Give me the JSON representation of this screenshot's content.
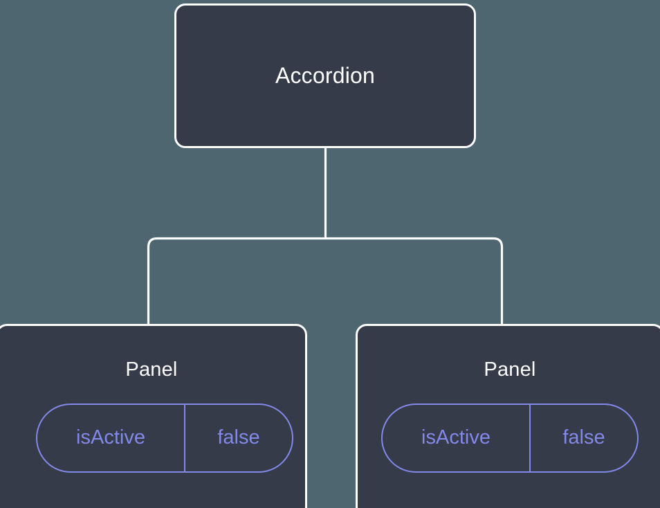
{
  "diagram": {
    "type": "component-tree",
    "background_color": "#4d6670",
    "node_fill_color": "#353b49",
    "node_border_color": "#ffffff",
    "edge_color": "#ffffff",
    "prop_accent_color": "#8289e8",
    "root": {
      "id": "accordion",
      "label": "Accordion"
    },
    "children": [
      {
        "id": "panel-0",
        "label": "Panel",
        "props": [
          {
            "key": "isActive",
            "value": "false"
          }
        ]
      },
      {
        "id": "panel-1",
        "label": "Panel",
        "props": [
          {
            "key": "isActive",
            "value": "false"
          }
        ]
      }
    ]
  }
}
